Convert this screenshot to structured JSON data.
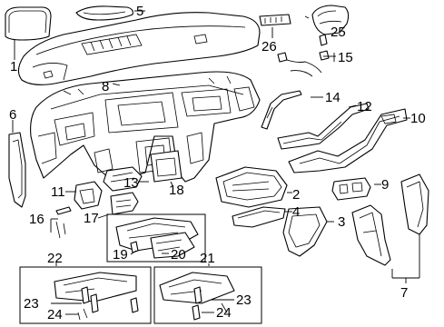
{
  "diagram": {
    "callouts": [
      "1",
      "2",
      "3",
      "4",
      "5",
      "6",
      "7",
      "8",
      "9",
      "10",
      "11",
      "12",
      "13",
      "14",
      "15",
      "16",
      "17",
      "18",
      "19",
      "20",
      "21",
      "22",
      "23",
      "23",
      "24",
      "24",
      "25",
      "26"
    ]
  }
}
